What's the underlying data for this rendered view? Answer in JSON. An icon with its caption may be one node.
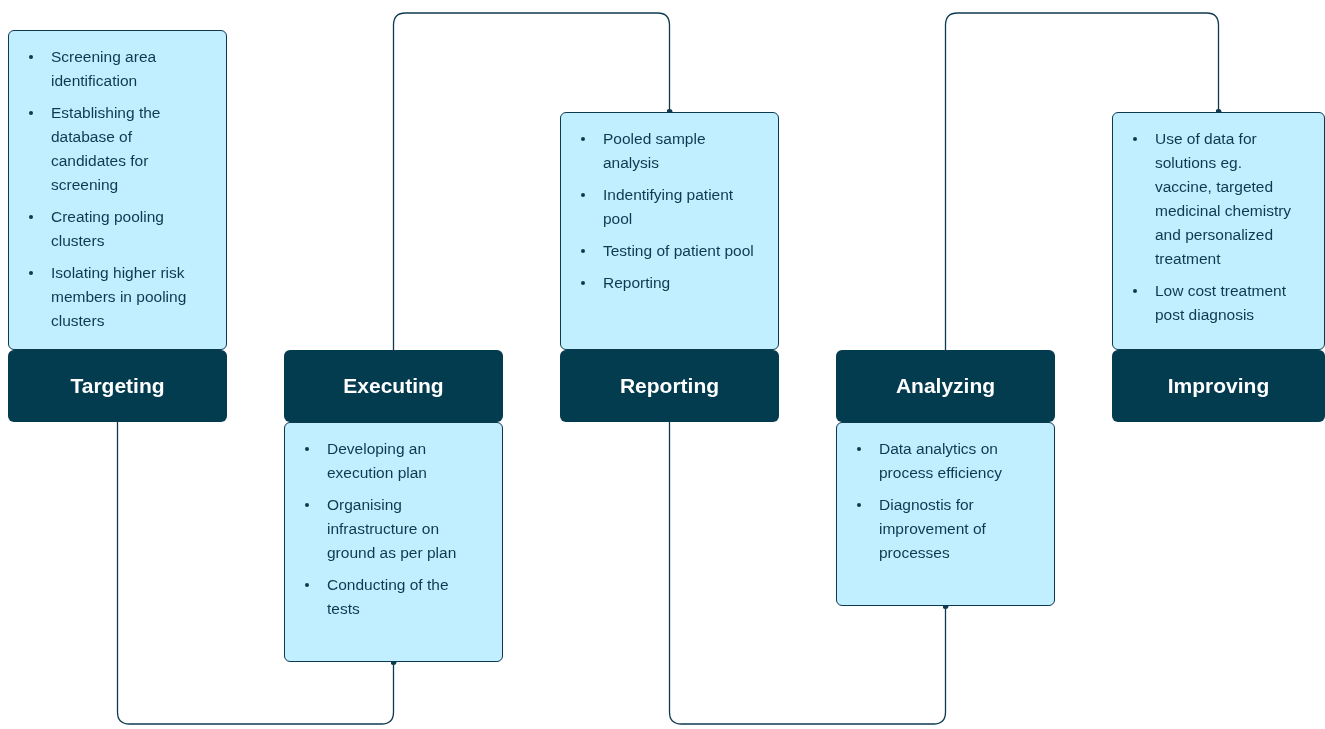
{
  "diagram": {
    "nodes": [
      {
        "text": [
          "Screening area identification",
          "Establishing the database of candidates for screening",
          "Creating pooling clusters",
          "Isolating higher risk members in pooling clusters"
        ]
      },
      {
        "text": [
          "Targeting"
        ]
      },
      {
        "text": [
          "Executing"
        ]
      },
      {
        "text": [
          "Developing an execution plan",
          "Organising infrastructure on ground as per plan",
          "Conducting of the tests"
        ]
      },
      {
        "text": [
          "Pooled sample analysis",
          "Indentifying patient pool",
          "Testing of patient pool",
          "Reporting"
        ]
      },
      {
        "text": [
          "Reporting"
        ]
      },
      {
        "text": [
          "Analyzing"
        ]
      },
      {
        "text": [
          "Data analytics on process efficiency",
          "Diagnostis for improvement of processes"
        ]
      },
      {
        "text": [
          "Use of data for solutions eg. vaccine, targeted medicinal chemistry and personalized treatment",
          "Low cost treatment post diagnosis"
        ]
      },
      {
        "text": [
          "Improving"
        ]
      }
    ],
    "edges": [
      {
        "from": 1,
        "to": 3,
        "arrow": "other"
      },
      {
        "from": 2,
        "to": 4,
        "arrow": "other"
      },
      {
        "from": 5,
        "to": 7,
        "arrow": "other"
      },
      {
        "from": 6,
        "to": 8,
        "arrow": "other"
      }
    ]
  }
}
